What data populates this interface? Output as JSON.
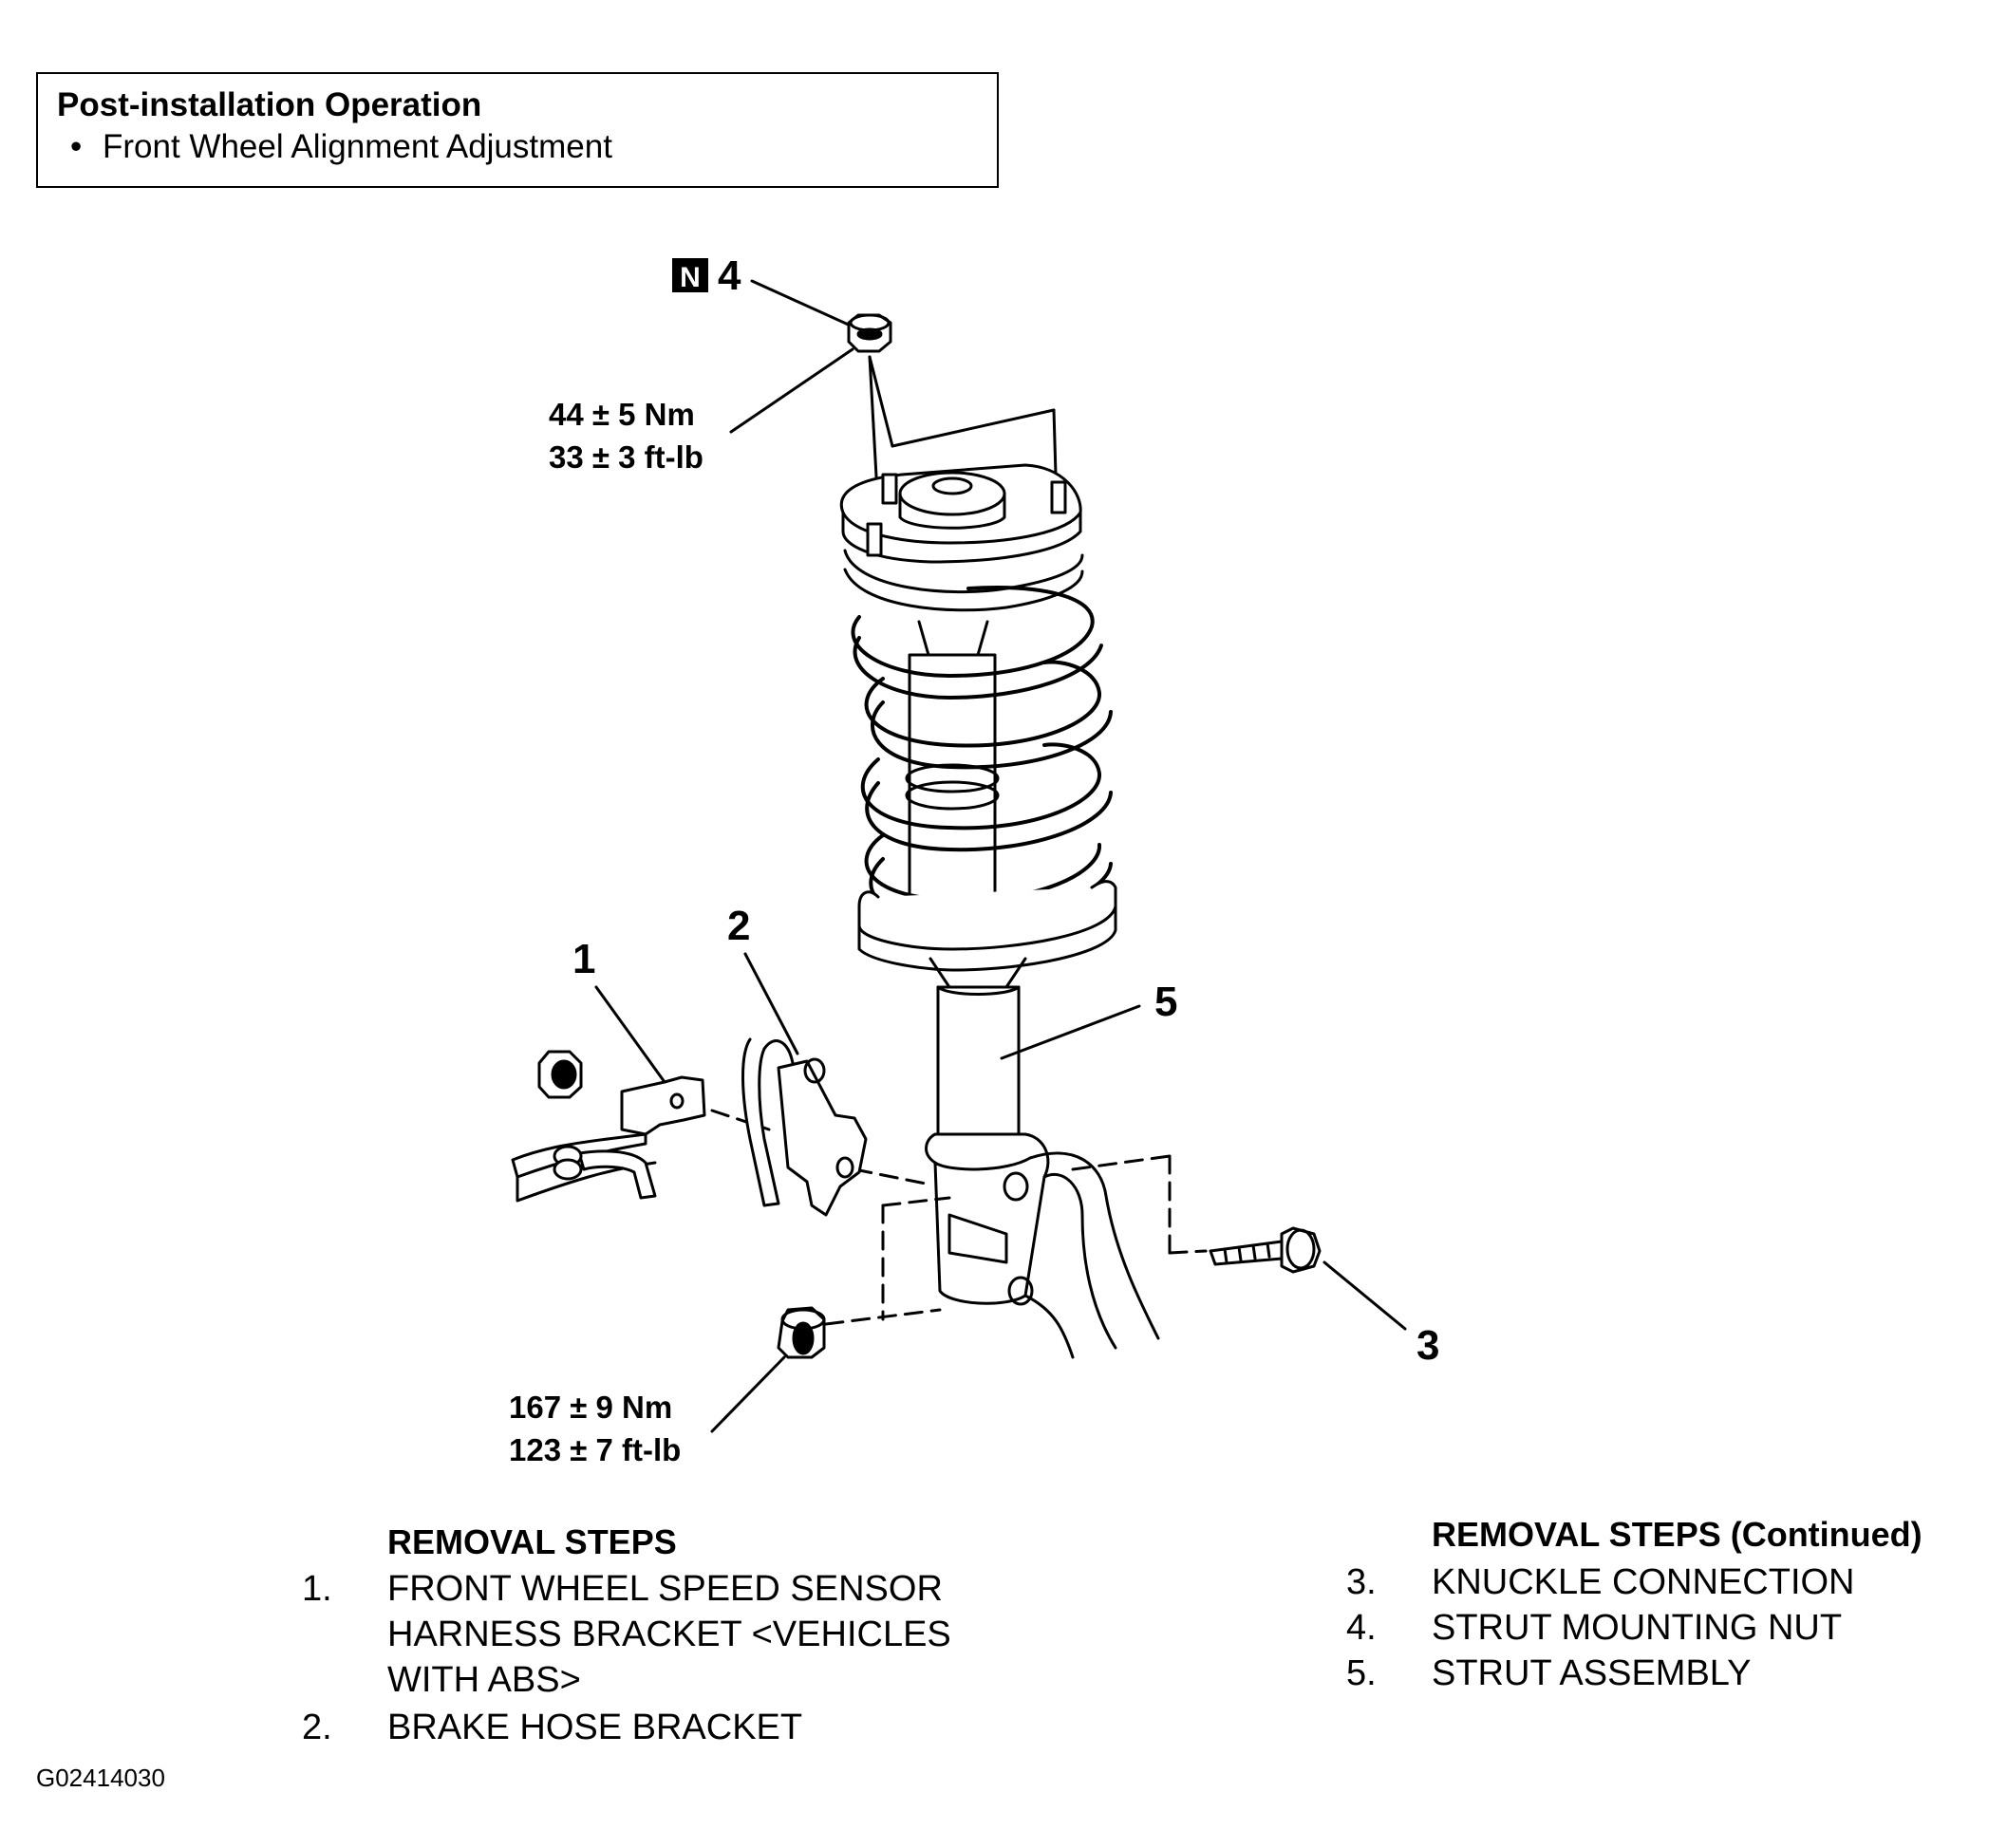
{
  "post_installation": {
    "title": "Post-installation Operation",
    "items": [
      "Front Wheel Alignment Adjustment"
    ]
  },
  "callouts": {
    "c1": "1",
    "c2": "2",
    "c3": "3",
    "c4": "4",
    "c4_badge": "N",
    "c5": "5"
  },
  "torques": {
    "upper": {
      "nm": "44 ± 5 Nm",
      "ftlb": "33 ± 3 ft-lb"
    },
    "lower": {
      "nm": "167 ± 9 Nm",
      "ftlb": "123 ± 7 ft-lb"
    }
  },
  "removal_steps": {
    "heading": "REMOVAL STEPS",
    "heading_continued": "REMOVAL STEPS (Continued)",
    "left": [
      {
        "num": "1.",
        "lines": [
          "FRONT WHEEL SPEED SENSOR",
          "HARNESS BRACKET <VEHICLES",
          "WITH ABS>"
        ]
      },
      {
        "num": "2.",
        "lines": [
          "BRAKE HOSE BRACKET"
        ]
      }
    ],
    "right": [
      {
        "num": "3.",
        "lines": [
          "KNUCKLE CONNECTION"
        ]
      },
      {
        "num": "4.",
        "lines": [
          "STRUT MOUNTING NUT"
        ]
      },
      {
        "num": "5.",
        "lines": [
          "STRUT ASSEMBLY"
        ]
      }
    ]
  },
  "figure_id": "G02414030"
}
